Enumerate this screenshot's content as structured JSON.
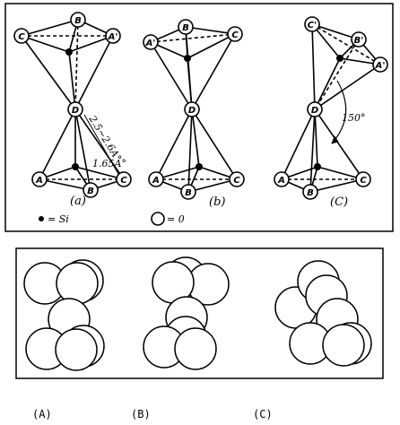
{
  "top_panel": {
    "sub_captions": [
      "(a)",
      "(b)",
      "(C)"
    ],
    "atoms": {
      "a": {
        "top": [
          "C",
          "B",
          "A'"
        ],
        "center": "D",
        "bottom": [
          "A",
          "B",
          "C"
        ]
      },
      "b": {
        "top": [
          "A'",
          "B",
          "C"
        ],
        "center": "D",
        "bottom": [
          "A",
          "B",
          "C"
        ]
      },
      "c": {
        "top": [
          "C'",
          "B'",
          "A'"
        ],
        "center": "D",
        "bottom": [
          "A",
          "B",
          "C"
        ]
      }
    },
    "dimension_long": "2.5~2.6A°",
    "dimension_short": "1.65A°",
    "angle": "150°",
    "legend_si": "= Si",
    "legend_o": "= 0"
  },
  "bottom_labels": [
    "(A)",
    "(B)",
    "(C)"
  ]
}
